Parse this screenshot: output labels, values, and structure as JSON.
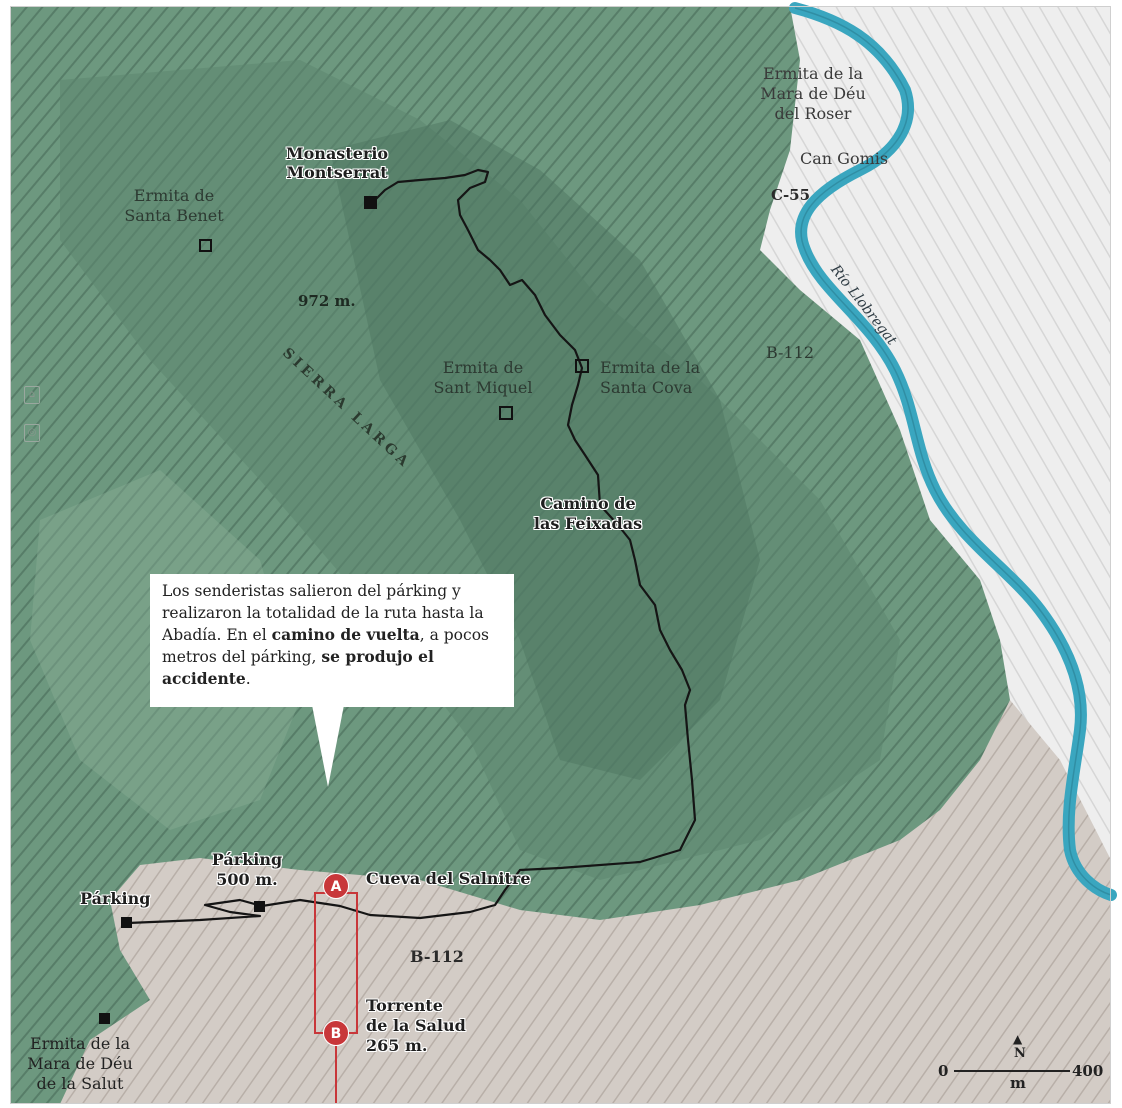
{
  "labels": {
    "ermita_roser": "Ermita de la\nMara de Déu\ndel Roser",
    "can_gomis": "Can Gomis",
    "road_c55": "C-55",
    "monasterio": "Monasterio\nMontserrat",
    "ermita_santa_benet": "Ermita de\nSanta Benet",
    "peak_972": "972 m.",
    "sierra_larga": "SIERRA LARGA",
    "ermita_sant_miquel": "Ermita de\nSant Miquel",
    "ermita_santa_cova": "Ermita de la\nSanta Cova",
    "road_b112_top": "B-112",
    "rio_llobregat": "Río Llobregat",
    "camino_feixadas": "Camino de\nlas Feixadas",
    "parking_upper": "Párking\n500 m.",
    "parking_lower": "Párking",
    "cueva_salnitre": "Cueva del Salnitre",
    "road_b112_bottom": "B-112",
    "torrente": "Torrente\nde la Salud\n265 m.",
    "ermita_salut": "Ermita de la\nMara de Déu\nde la Salut"
  },
  "callout": {
    "text_1": "Los senderistas salieron del párking y realizaron la totalidad de la ruta hasta la Abadía. En el ",
    "bold_1": "camino de vuelta",
    "text_2": ", a pocos metros del párking, ",
    "bold_2": "se produjo el accidente",
    "text_3": "."
  },
  "markers": {
    "a": "A",
    "b": "B"
  },
  "scale": {
    "zero": "0",
    "max": "400",
    "unit": "m",
    "north": "N"
  },
  "colors": {
    "forest": "#6f9a82",
    "forest_dark": "#4f7561",
    "terrain_light": "#c9c2bb",
    "river": "#3aa6bf",
    "route": "#151515",
    "accent_red": "#c8373a"
  }
}
